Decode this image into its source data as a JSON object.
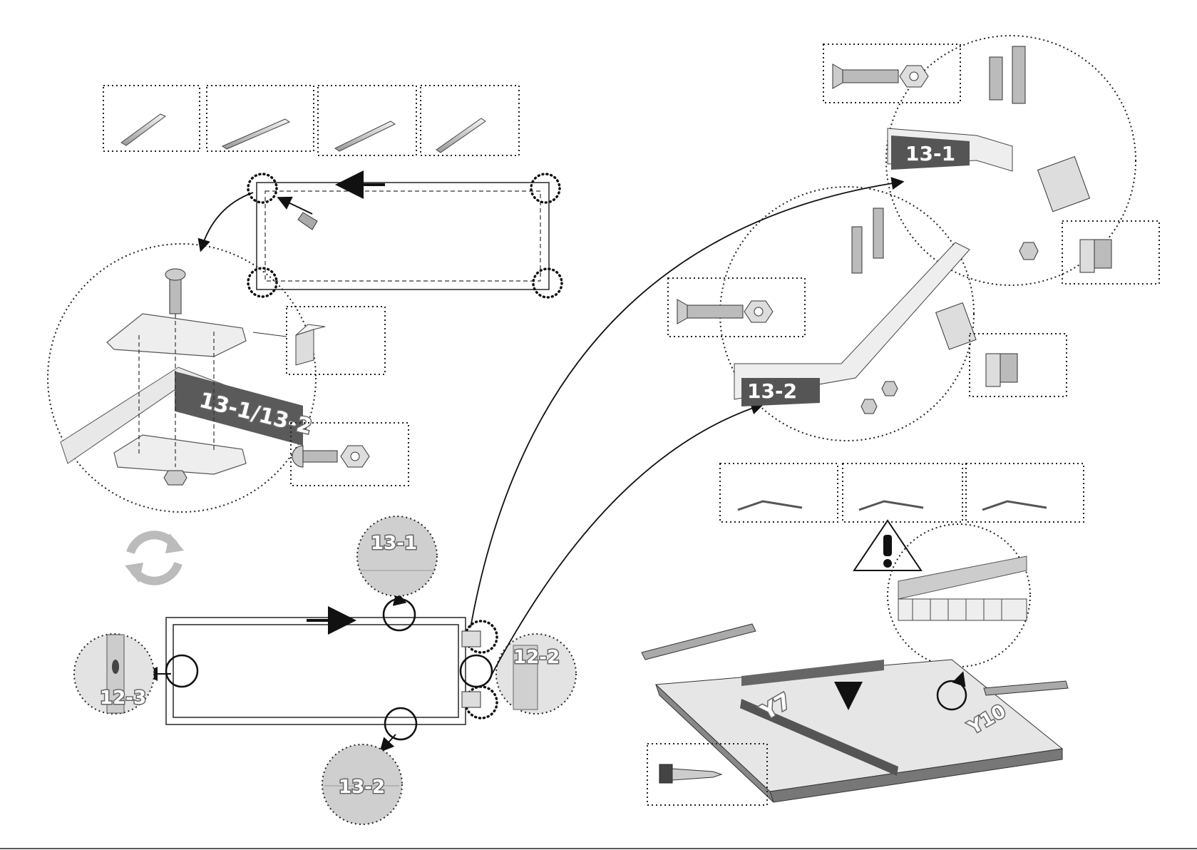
{
  "labels": {
    "profile_top": "13-1",
    "profile_bottom": "13-2",
    "profile_combined": "13-1/13-2",
    "detail_top": "13-1",
    "detail_bottom": "13-2",
    "detail_right": "12-2",
    "detail_left": "12-3",
    "panel": "Y7",
    "panel_end": "Y10"
  },
  "colors": {
    "ink": "#222222",
    "label_bg": "#555555",
    "panel": "#dcdcdc"
  },
  "icons": [
    "warning-icon",
    "rotate-icon",
    "magnifier-icon",
    "screw-icon",
    "nut-icon",
    "hinge-icon",
    "corner-bracket-icon",
    "self-tapping-screw-icon"
  ]
}
